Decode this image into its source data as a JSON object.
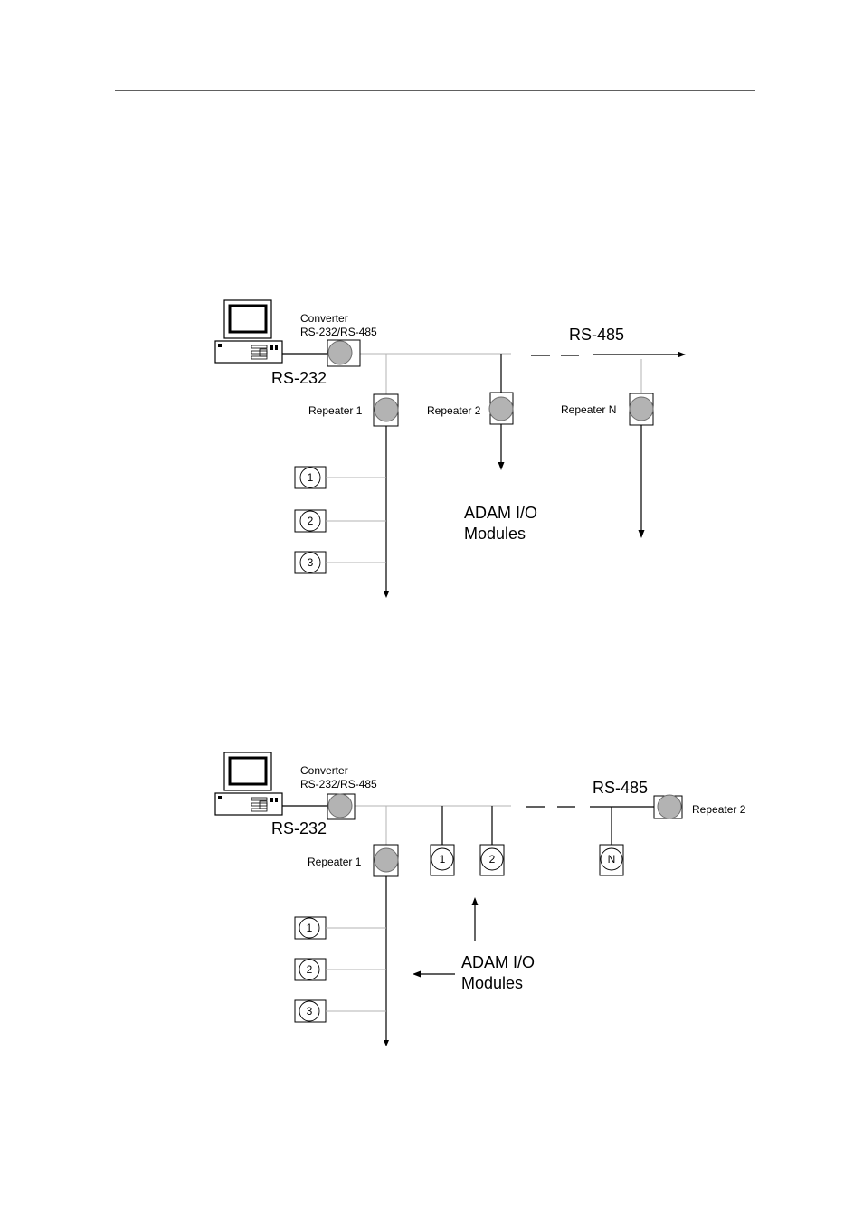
{
  "diagrams": [
    {
      "converter_label_1": "Converter",
      "converter_label_2": "RS-232/RS-485",
      "rs232_label": "RS-232",
      "rs485_label": "RS-485",
      "repeater_labels": [
        "Repeater 1",
        "Repeater 2",
        "Repeater N"
      ],
      "module_labels": [
        "1",
        "2",
        "3"
      ],
      "caption_line_1": "ADAM I/O",
      "caption_line_2": "Modules"
    },
    {
      "converter_label_1": "Converter",
      "converter_label_2": "RS-232/RS-485",
      "rs232_label": "RS-232",
      "rs485_label": "RS-485",
      "repeater_labels": [
        "Repeater 1",
        "Repeater 2"
      ],
      "bus_module_labels": [
        "1",
        "2",
        "N"
      ],
      "module_labels": [
        "1",
        "2",
        "3"
      ],
      "caption_line_1": "ADAM I/O",
      "caption_line_2": "Modules"
    }
  ]
}
